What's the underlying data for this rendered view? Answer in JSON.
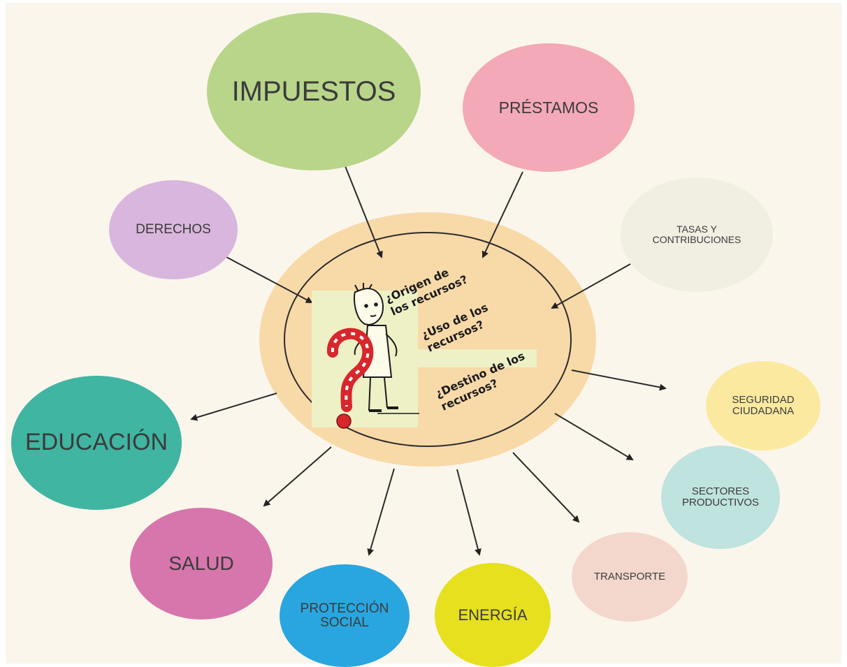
{
  "diagram": {
    "colors": {
      "background": "#fbf6ec",
      "core_fill": "#f8d9a8",
      "impuestos": "#b8d58a",
      "prestamos": "#f3a9b7",
      "tasas": "#f1eee2",
      "derechos": "#d9b6dd",
      "educacion": "#3fb5a2",
      "salud": "#d776ac",
      "proteccion": "#29a6df",
      "energia": "#e6e01e",
      "transporte": "#f4d7cc",
      "sectores": "#bfe3de",
      "seguridad": "#fbe9a0",
      "question_mark": "#d8262c"
    },
    "sources": {
      "impuestos": "IMPUESTOS",
      "prestamos": "PRÉSTAMOS",
      "tasas": "TASAS Y\nCONTRIBUCIONES",
      "derechos": "DERECHOS"
    },
    "destinations": {
      "educacion": "EDUCACIÓN",
      "salud": "SALUD",
      "proteccion": "PROTECCIÓN\nSOCIAL",
      "energia": "ENERGÍA",
      "transporte": "TRANSPORTE",
      "sectores": "SECTORES\nPRODUCTIVOS",
      "seguridad": "SEGURIDAD\nCIUDADANA"
    },
    "center_questions": {
      "origen": "¿Origen de\nlos recursos?",
      "uso": "¿Uso de los\nrecursos?",
      "destino": "¿Destino de los\nrecursos?"
    },
    "center_icons": [
      "thinking-person-icon",
      "question-mark-icon"
    ]
  }
}
